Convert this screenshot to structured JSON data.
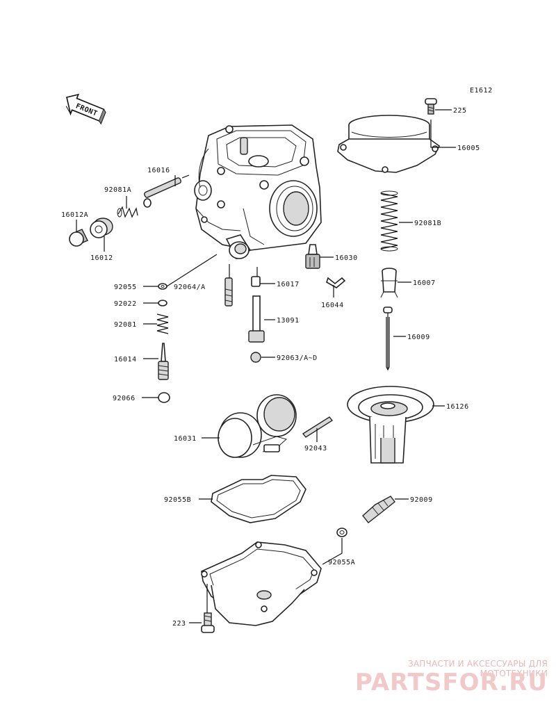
{
  "diagram_code": "E1612",
  "front_label": "FRONT",
  "labels": {
    "p225": "225",
    "p16005": "16005",
    "p16016": "16016",
    "p92081A": "92081A",
    "p16012A": "16012A",
    "p16012": "16012",
    "p92081B": "92081B",
    "p16030": "16030",
    "p92055": "92055",
    "p92064A": "92064/A",
    "p16017": "16017",
    "p16007": "16007",
    "p16044": "16044",
    "p92022": "92022",
    "p92081": "92081",
    "p13091": "13091",
    "p16009": "16009",
    "p16014": "16014",
    "p92063AD": "92063/A~D",
    "p92066": "92066",
    "p16126": "16126",
    "p16031": "16031",
    "p92043": "92043",
    "p92055B": "92055B",
    "p92009": "92009",
    "p92055A": "92055A",
    "p223": "223"
  },
  "watermark": {
    "tagline": "ЗАПЧАСТИ И АКСЕССУАРЫ ДЛЯ МОТОТЕХНИКИ",
    "logo": "PARTSFOR.RU"
  }
}
